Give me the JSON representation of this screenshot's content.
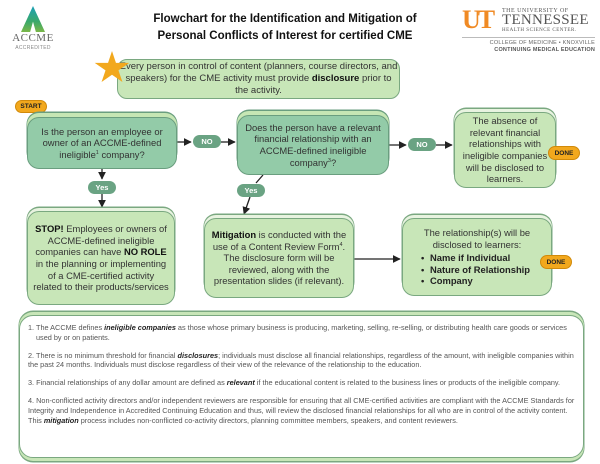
{
  "header": {
    "title_line1": "Flowchart for the Identification and Mitigation of",
    "title_line2": "Personal Conflicts of Interest for certified CME",
    "accme_logo": {
      "name": "ACCME",
      "sub": "ACCREDITED"
    },
    "ut_logo": {
      "mark": "UT",
      "line1": "THE UNIVERSITY OF",
      "line2": "TENNESSEE",
      "line3": "HEALTH SCIENCE CENTER.",
      "line4": "COLLEGE OF MEDICINE • KNOXVILLE",
      "line5": "CONTINUING MEDICAL EDUCATION"
    },
    "colors": {
      "ut_orange": "#f08a24",
      "star": "#f2a81d"
    }
  },
  "flow": {
    "disclosure": {
      "text_a": "Every person in control of content (planners, course directors, and speakers) for the CME activity must provide ",
      "bold": "disclosure",
      "text_b": " prior to the activity."
    },
    "start_label": "START",
    "question1": {
      "text_a": "Is the person an employee or owner of an ACCME-defined ineligible",
      "sup": "1",
      "text_b": " company?"
    },
    "question2": {
      "text_a": "Does the person have a relevant financial relationship with an ACCME-defined ineligible company",
      "sup": "3",
      "text_b": "?"
    },
    "absence": "The absence of relevant financial relationships with ineligible companies will be disclosed to learners.",
    "stop": {
      "bold1": "STOP!",
      "text_a": " Employees or owners of ACCME-defined ineligible companies can have ",
      "bold2": "NO ROLE",
      "text_b": " in the planning or implementing of a CME-certified activity related to their products/services"
    },
    "mitigation": {
      "bold": "Mitigation",
      "text_a": " is conducted with the use of a Content Review Form",
      "sup": "4",
      "text_b": ". The disclosure form will be reviewed, along with the presentation slides (if relevant)."
    },
    "relationship": {
      "intro": "The relationship(s) will be disclosed to learners:",
      "items": [
        "Name if Individual",
        "Nature of Relationship",
        "Company"
      ]
    },
    "labels": {
      "no1": "NO",
      "no2": "NO",
      "yes1": "Yes",
      "yes2": "Yes",
      "done1": "DONE",
      "done2": "DONE"
    }
  },
  "footnotes": [
    {
      "a": "1. The ACCME defines ",
      "b": "ineligible companies",
      "c": " as those whose primary business is producing, marketing, selling, re-selling, or distributing health care goods or services used by or on patients."
    },
    {
      "a": "2. There is no minimum threshold for financial ",
      "b": "disclosures",
      "c": "; individuals must disclose all financial relationships, regardless of the amount, with ineligible companies within the past 24 months. Individuals must disclose regardless of their view of the relevance of the relationship to the education."
    },
    {
      "a": "3. Financial relationships of any dollar amount are defined as ",
      "b": "relevant",
      "c": " if the educational content is related to the business lines or products of the ineligible company."
    },
    {
      "a": "4. Non-conflicted activity directors and/or independent reviewers are responsible for ensuring that all CME-certified activities are compliant with the ACCME Standards for Integrity and Independence in Accredited Continuing Education and thus, will review the disclosed financial relationships for all who are in control of the activity content. This ",
      "b": "mitigation",
      "c": " process includes non-conflicted co-activity directors, planning committee members, speakers, and content reviewers."
    }
  ]
}
